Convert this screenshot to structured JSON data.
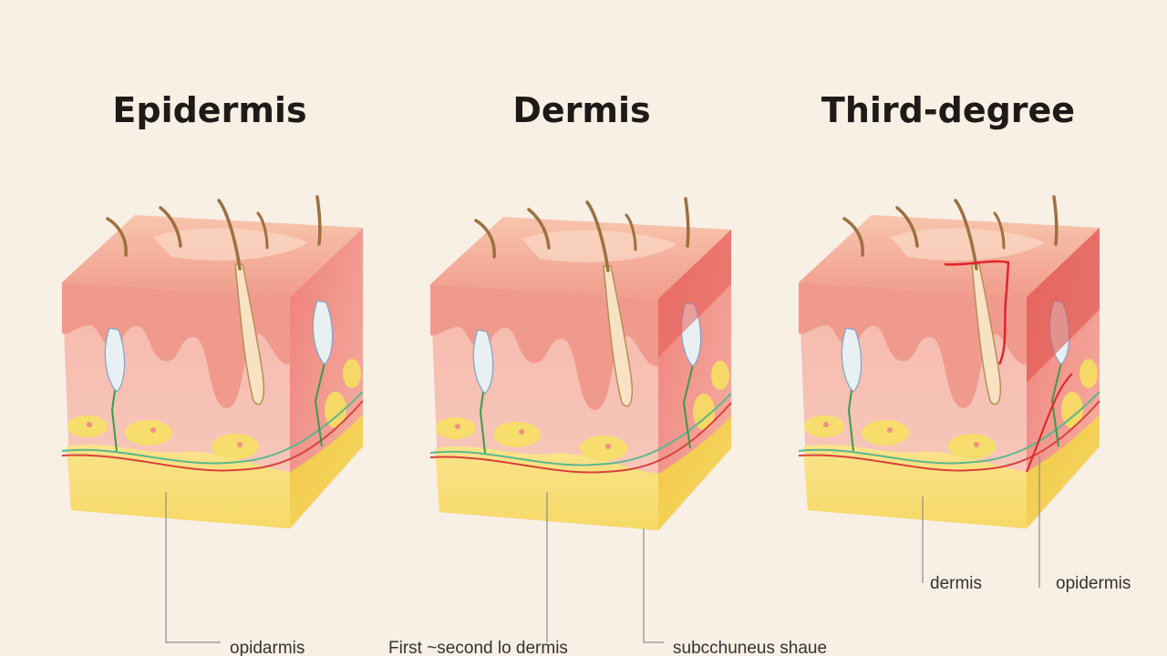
{
  "headings": [
    "Epidermis",
    "Dermis",
    "Third-degree"
  ],
  "labels": {
    "epidermis_bottom": "opidarmis",
    "first_second": "First ~second lo dermis",
    "subcutaneous": "subcchuneus shaue",
    "dermis_right": "dermis",
    "epidermis_right": "opidermis"
  },
  "colors": {
    "background": "#f8efe5",
    "skin_surface": "#f4b8a0",
    "epidermis": "#f08f86",
    "dermis": "#f9d3c5",
    "fat": "#f7df6d",
    "hair": "#9b7140",
    "burn_line": "#e0252a"
  }
}
